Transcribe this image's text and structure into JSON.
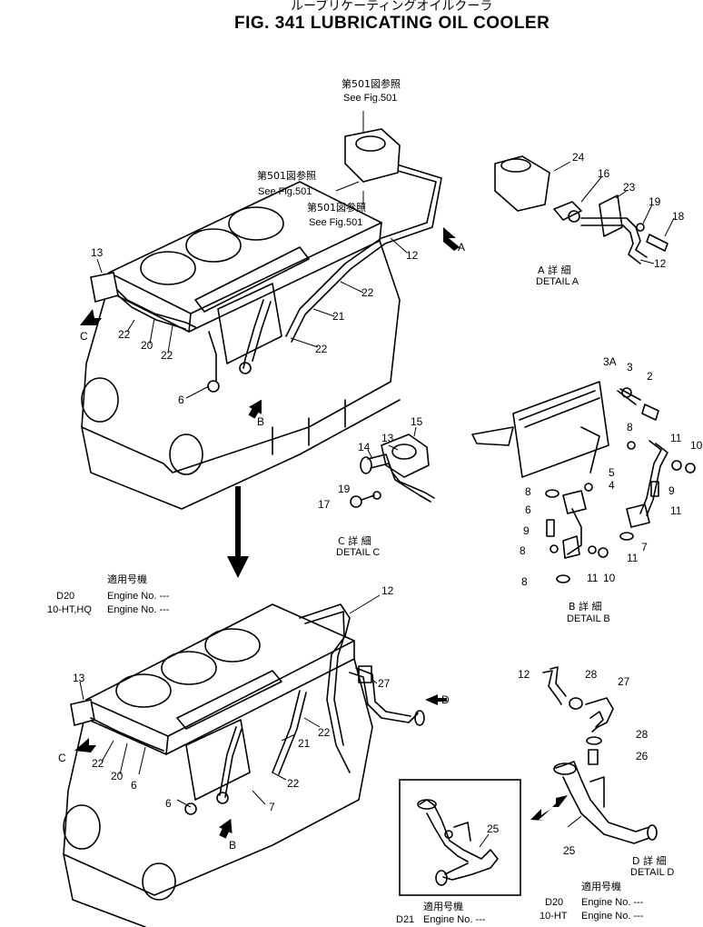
{
  "title": {
    "japanese": "ルーブリケーティングオイルクーラ",
    "english": "FIG. 341  LUBRICATING OIL COOLER"
  },
  "references": [
    {
      "jp": "第501図参照",
      "en": "See Fig.501"
    },
    {
      "jp": "第501図参照",
      "en": "See Fig.501"
    },
    {
      "jp": "第501図参照",
      "en": "See Fig.501"
    }
  ],
  "details": {
    "a": {
      "jp": "A 詳 細",
      "en": "DETAIL A"
    },
    "b": {
      "jp": "B 詳 細",
      "en": "DETAIL B"
    },
    "c": {
      "jp": "C 詳 細",
      "en": "DETAIL C"
    },
    "d": {
      "jp": "D 詳 細",
      "en": "DETAIL D"
    }
  },
  "applicability": {
    "middle": {
      "heading": "適用号機",
      "rows": [
        {
          "model": "D20",
          "engine": "Engine No. ---"
        },
        {
          "model": "10-HT,HQ",
          "engine": "Engine No. ---"
        }
      ]
    },
    "bottom_center": {
      "heading": "適用号機",
      "rows": [
        {
          "model": "D21",
          "engine": "Engine No. ---"
        }
      ]
    },
    "bottom_right": {
      "heading": "適用号機",
      "rows": [
        {
          "model": "D20",
          "engine": "Engine No. ---"
        },
        {
          "model": "10-HT",
          "engine": "Engine No. ---"
        }
      ]
    }
  },
  "view_arrows": {
    "a": "A",
    "b1": "B",
    "b2": "B",
    "c1": "C",
    "c2": "C",
    "d": "D"
  },
  "callouts": {
    "top_engine": [
      "13",
      "22",
      "20",
      "22",
      "6",
      "22",
      "21",
      "22",
      "12"
    ],
    "detail_a": [
      "24",
      "16",
      "23",
      "19",
      "18",
      "12"
    ],
    "detail_b": [
      "3A",
      "3",
      "2",
      "8",
      "11",
      "10",
      "5",
      "4",
      "9",
      "11",
      "8",
      "6",
      "9",
      "11",
      "8",
      "11",
      "10",
      "7",
      "8"
    ],
    "detail_c": [
      "15",
      "14",
      "13",
      "19",
      "17"
    ],
    "bottom_engine": [
      "12",
      "13",
      "27",
      "22",
      "21",
      "22",
      "20",
      "22",
      "6",
      "7"
    ],
    "detail_d": [
      "12",
      "28",
      "27",
      "28",
      "26",
      "25"
    ],
    "detail_d21": [
      "25"
    ]
  }
}
